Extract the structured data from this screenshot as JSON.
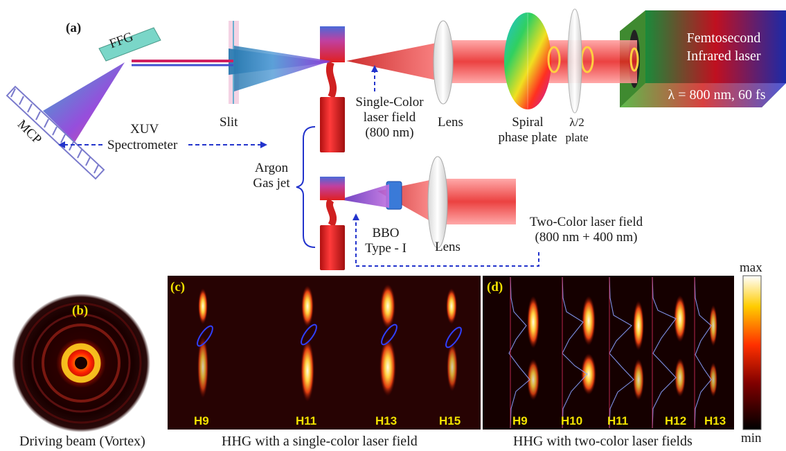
{
  "panel_a": {
    "label": "(a)",
    "laser_box": {
      "line1": "Femtosecond",
      "line2": "Infrared laser",
      "spec": "λ = 800 nm, 60 fs"
    },
    "components": {
      "ffg": "FFG",
      "mcp": "MCP",
      "slit": "Slit",
      "xuv_line1": "XUV",
      "xuv_line2": "Spectrometer",
      "single_color_line1": "Single-Color",
      "single_color_line2": "laser field",
      "single_color_line3": "(800 nm)",
      "lens_top": "Lens",
      "spiral_line1": "Spiral",
      "spiral_line2": "phase plate",
      "halfwave_line1": "λ/2",
      "halfwave_line2": "plate",
      "argon_line1": "Argon",
      "argon_line2": "Gas jet",
      "bbo_line1": "BBO",
      "bbo_line2": "Type - I",
      "lens_bottom": "Lens",
      "two_color_line1": "Two-Color laser field",
      "two_color_line2": "(800 nm + 400 nm)"
    }
  },
  "panel_b": {
    "label": "(b)",
    "caption": "Driving beam (Vortex)"
  },
  "panel_c": {
    "label": "(c)",
    "caption": "HHG with a single-color laser field",
    "harmonics": [
      "H9",
      "H11",
      "H13",
      "H15"
    ]
  },
  "panel_d": {
    "label": "(d)",
    "caption": "HHG with two-color laser fields",
    "harmonics": [
      "H9",
      "H10",
      "H11",
      "H12",
      "H13"
    ]
  },
  "colorbar": {
    "max_label": "max",
    "min_label": "min"
  },
  "colors": {
    "dashed_arrow": "#2233cc",
    "label_yellow": "#f2e200",
    "laser_red": "#e8201f"
  }
}
